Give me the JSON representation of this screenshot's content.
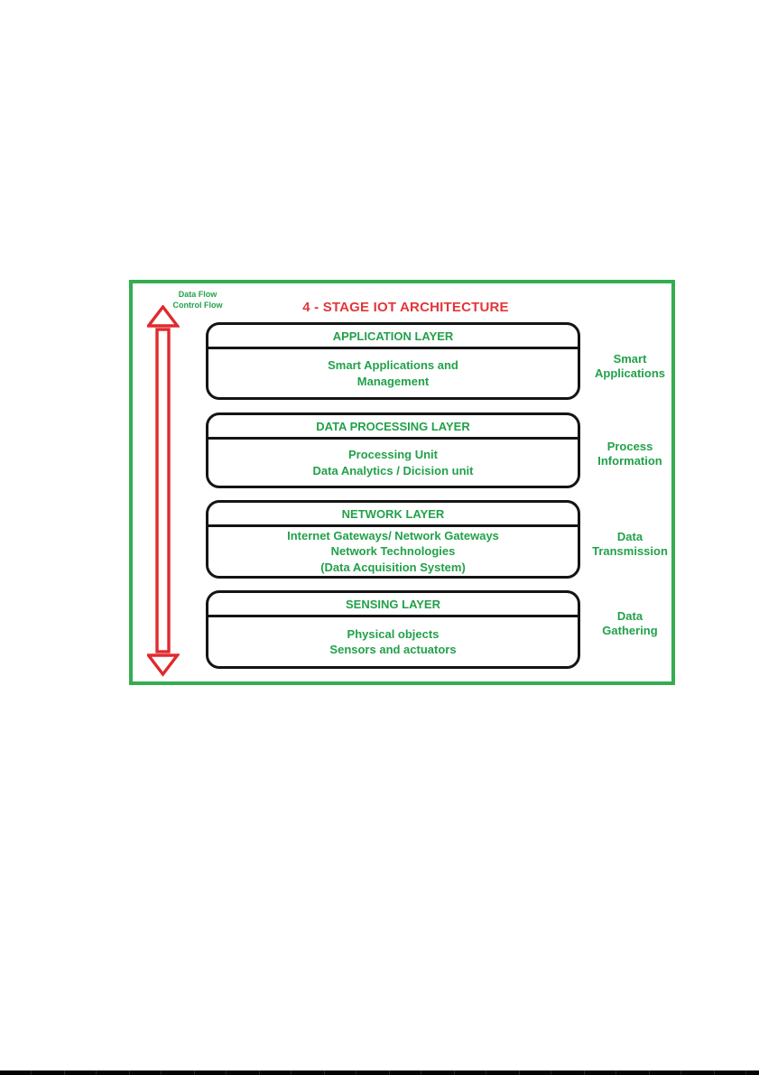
{
  "diagram": {
    "title": "4 - STAGE IOT ARCHITECTURE",
    "flow_labels": "Data Flow\nControl Flow",
    "layers": [
      {
        "header": "APPLICATION LAYER",
        "body": "Smart Applications and\nManagement",
        "side_label": "Smart\nApplications"
      },
      {
        "header": "DATA PROCESSING LAYER",
        "body": "Processing Unit\nData Analytics / Dicision unit",
        "side_label": "Process\nInformation"
      },
      {
        "header": "NETWORK LAYER",
        "body": "Internet Gateways/ Network Gateways\nNetwork Technologies\n(Data Acquisition System)",
        "side_label": "Data\nTransmission"
      },
      {
        "header": "SENSING LAYER",
        "body": "Physical objects\nSensors and actuators",
        "side_label": "Data\nGathering"
      }
    ],
    "colors": {
      "green_text": "#22a14a",
      "green_border": "#34ad50",
      "red_title": "#e4353a",
      "red_arrow": "#e02a2e",
      "box_border": "#141414"
    }
  }
}
